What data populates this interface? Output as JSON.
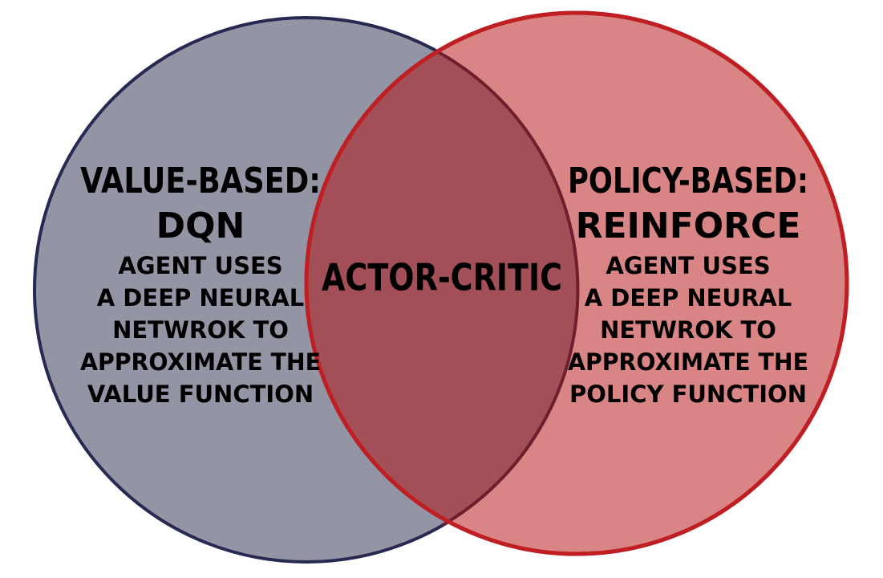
{
  "colors": {
    "left_fill": "#9394a4",
    "left_stroke": "#262a52",
    "right_fill": "#d98586",
    "right_stroke": "#bf1f23",
    "overlap_fill": "#a24f57",
    "overlap_stroke": "#6e1f2e"
  },
  "left": {
    "title": "VALUE-BASED:",
    "method": "DQN",
    "desc": [
      "AGENT USES",
      "A DEEP NEURAL",
      "NETWROK TO",
      "APPROXIMATE THE",
      "VALUE FUNCTION"
    ]
  },
  "right": {
    "title": "POLICY-BASED:",
    "method": "REINFORCE",
    "desc": [
      "AGENT USES",
      "A DEEP NEURAL",
      "NETWROK TO",
      "APPROXIMATE THE",
      "POLICY FUNCTION"
    ]
  },
  "center": {
    "label": "ACTOR-CRITIC"
  }
}
